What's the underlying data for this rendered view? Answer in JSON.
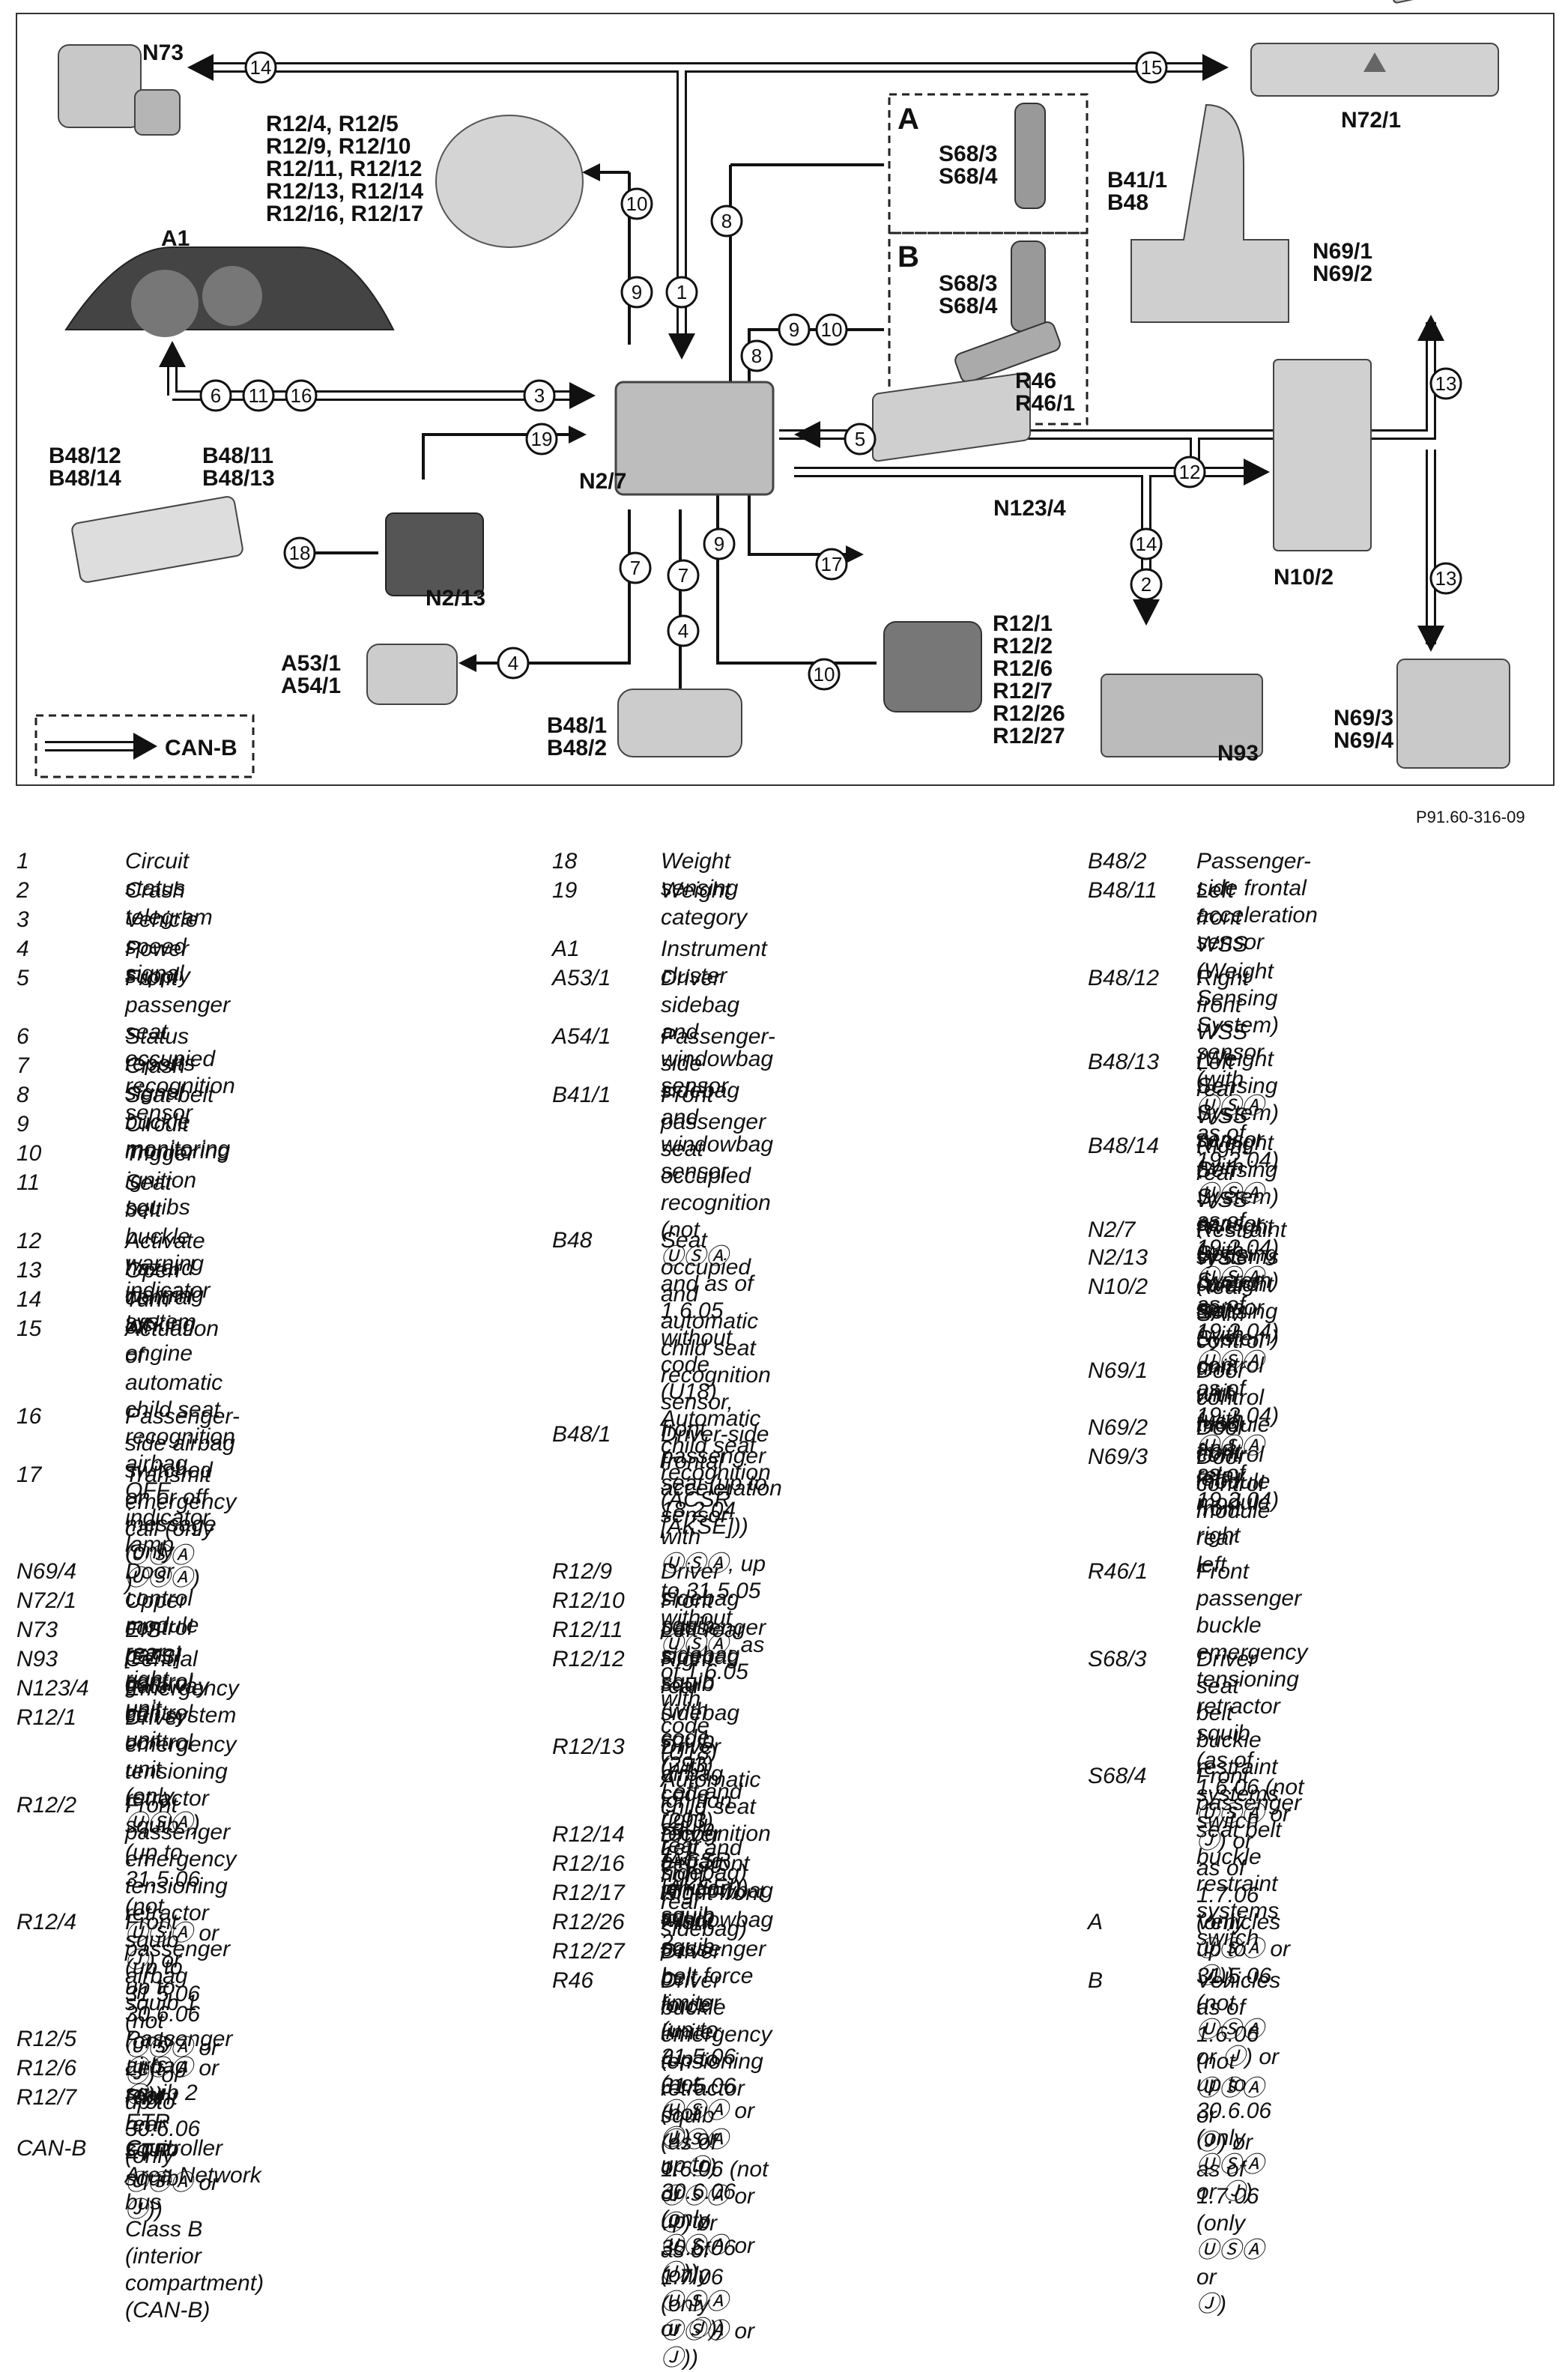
{
  "figure_code": "P91.60-316-09",
  "nodes": {
    "N73": "N73",
    "N72_1": "N72/1",
    "A1": "A1",
    "squib_group": [
      "R12/4, R12/5",
      "R12/9, R12/10",
      "R12/11, R12/12",
      "R12/13, R12/14",
      "R12/16, R12/17"
    ],
    "box_A": "A",
    "box_B": "B",
    "box_A_parts": [
      "S68/3",
      "S68/4"
    ],
    "box_B_parts": [
      "S68/3",
      "S68/4"
    ],
    "R46": [
      "R46",
      "R46/1"
    ],
    "B41_B48": [
      "B41/1",
      "B48"
    ],
    "N69_front": [
      "N69/1",
      "N69/2"
    ],
    "N69_rear": [
      "N69/3",
      "N69/4"
    ],
    "B48_left": [
      "B48/12",
      "B48/14"
    ],
    "B48_right": [
      "B48/11",
      "B48/13"
    ],
    "N2_7": "N2/7",
    "N2_13": "N2/13",
    "N123_4": "N123/4",
    "N10_2": "N10/2",
    "N93": "N93",
    "A53_54": [
      "A53/1",
      "A54/1"
    ],
    "B48_1_2": [
      "B48/1",
      "B48/2"
    ],
    "etr_squibs": [
      "R12/1",
      "R12/2",
      "R12/6",
      "R12/7",
      "R12/26",
      "R12/27"
    ],
    "canb_legend": "CAN-B"
  },
  "signals": {
    "s14": "14",
    "s15": "15",
    "s10": "10",
    "s9": "9",
    "s1": "1",
    "s8": "8",
    "s6": "6",
    "s11": "11",
    "s16": "16",
    "s3": "3",
    "s19": "19",
    "s5": "5",
    "s12": "12",
    "s13": "13",
    "s18": "18",
    "s17": "17",
    "s2": "2",
    "s7": "7",
    "s4": "4"
  },
  "legend": [
    {
      "code": "1",
      "text": "Circuit status"
    },
    {
      "code": "2",
      "text": "Crash telegram"
    },
    {
      "code": "3",
      "text": "Vehicle speed signal"
    },
    {
      "code": "4",
      "text": "Power supply"
    },
    {
      "code": "5",
      "text": "Front passenger seat occupied\nrecognition sensor"
    },
    {
      "code": "6",
      "text": "Status reports"
    },
    {
      "code": "7",
      "text": "Crash signal"
    },
    {
      "code": "8",
      "text": "Seat belt buckle monitoring"
    },
    {
      "code": "9",
      "text": "Circuit monitoring"
    },
    {
      "code": "10",
      "text": "Trigger ignition squibs"
    },
    {
      "code": "11",
      "text": "Seat belt buckle warning\nindicator"
    },
    {
      "code": "12",
      "text": "Activate hazard warning system"
    },
    {
      "code": "13",
      "text": "Open central locking"
    },
    {
      "code": "14",
      "text": "Turn off engine"
    },
    {
      "code": "15",
      "text": "Actuation of automatic child seat\nrecognition airbag OFF indicator\nlamp"
    },
    {
      "code": "16",
      "text": "Passenger-side airbag switched\non or off message (only ⓊⓈⒶ)"
    },
    {
      "code": "17",
      "text": "Transmit emergency call (only ⓊⓈⒶ\n)"
    },
    {
      "code": "18",
      "text": "Weight sensing"
    },
    {
      "code": "19",
      "text": "Weight category"
    },
    {
      "code": "A1",
      "text": "Instrument cluster"
    },
    {
      "code": "A53/1",
      "text": "Driver sidebag and windowbag\nsensor"
    },
    {
      "code": "A54/1",
      "text": "Passenger-side sidebag and\nwindowbag sensor"
    },
    {
      "code": "B41/1",
      "text": "Front passenger seat occupied\nrecognition (not ⓊⓈⒶ and as of\n1.6.05 without code (U18)\nAutomatic child seat recognition\n(ACSR [AKSE]))"
    },
    {
      "code": "B48",
      "text": "Seat occupied and automatic\nchild seat recognition sensor,\nfront passenger seat (up to\n18.2.04 with ⓊⓈⒶ, up to 31.5.05\nwithout ⓊⓈⒶ, as of 1.6.05 with\ncode (U18) Automatic child seat\nrecognition (ACSR [AKSE]))"
    },
    {
      "code": "B48/1",
      "text": "Driver-side frontal acceleration\nsensor"
    },
    {
      "code": "B48/2",
      "text": "Passenger-side frontal\nacceleration sensor"
    },
    {
      "code": "B48/11",
      "text": "Left front WSS (Weight Sensing\nSystem) sensor\n(with ⓊⓈⒶ as of 19.2.04)"
    },
    {
      "code": "B48/12",
      "text": "Right front WSS (Weight Sensing\nSystem) sensor\n(with ⓊⓈⒶ as of 19.2.04)"
    },
    {
      "code": "B48/13",
      "text": "Left rear WSS (Weight Sensing\nSystem) sensor\n(with ⓊⓈⒶ as of 19.2.04)"
    },
    {
      "code": "B48/14",
      "text": "Right rear WSS (Weight Sensing\nSystem) sensor\n(with ⓊⓈⒶ as of 19.2.04)"
    },
    {
      "code": "N2/7",
      "text": "Restraint systems control unit"
    },
    {
      "code": "N2/13",
      "text": "WSS (Weight Sensing System)\ncontrol unit (with ⓊⓈⒶ as of\n19.2.04)"
    },
    {
      "code": "N10/2",
      "text": "Rear SAM control unit with fuse\nand relay module"
    },
    {
      "code": "N69/1",
      "text": "Door control module front left"
    },
    {
      "code": "N69/2",
      "text": "Door control module front right"
    },
    {
      "code": "N69/3",
      "text": "Door control module rear left"
    },
    {
      "code": "N69/4",
      "text": "Door control module rear right"
    },
    {
      "code": "N72/1",
      "text": "Upper control panel control unit"
    },
    {
      "code": "N73",
      "text": "EIS [EZS] control unit"
    },
    {
      "code": "N93",
      "text": "Central gateway control unit"
    },
    {
      "code": "N123/4",
      "text": "Emergency call system control\nunit\n(only ⓊⓈⒶ)"
    },
    {
      "code": "R12/1",
      "text": "Driver emergency tensioning\nretractor squib\n(up to 31.5.06 (not ⓊⓈⒶ or Ⓙ) or\nup to 30.6.06 (only ⓊⓈⒶ or Ⓙ))"
    },
    {
      "code": "R12/2",
      "text": "Front passenger emergency\ntensioning retractor squib\n(up to 31.5.06 (not ⓊⓈⒶ or Ⓙ) or\nup to 30.6.06 (only ⓊⓈⒶ or Ⓙ))"
    },
    {
      "code": "R12/4",
      "text": "Front passenger airbag squib 1"
    },
    {
      "code": "R12/5",
      "text": "Passenger airbag squib 2"
    },
    {
      "code": "R12/6",
      "text": "Left rear ETR squib"
    },
    {
      "code": "R12/7",
      "text": "Right rear ETR squib"
    },
    {
      "code": "R12/9",
      "text": "Driver sidebag squib"
    },
    {
      "code": "R12/10",
      "text": "Front passenger sidebag squib"
    },
    {
      "code": "R12/11",
      "text": "Left rear sidebag squib (with\ncode (293) Left and right rear\nsidebag)"
    },
    {
      "code": "R12/12",
      "text": "Right rear sidebag squib (with\ncode (293) Left and right rear\nsidebag)"
    },
    {
      "code": "R12/13",
      "text": "Driver airbag ignition squib 1"
    },
    {
      "code": "R12/14",
      "text": "Driver airbag ignition squib 2"
    },
    {
      "code": "R12/16",
      "text": "Left front windowbag squib"
    },
    {
      "code": "R12/17",
      "text": "Right front windowbag squib"
    },
    {
      "code": "R12/26",
      "text": "Front passenger belt force limiter\n(up to 31.5.06 (not ⓊⓈⒶ or Ⓙ) or\nup to 30.6.06 (only ⓊⓈⒶ or Ⓙ))"
    },
    {
      "code": "R12/27",
      "text": "Driver belt force limiter\n(up to 31.5.06 (not ⓊⓈⒶ or Ⓙ) or\nup to 30.6.06 (only ⓊⓈⒶ or Ⓙ))"
    },
    {
      "code": "R46",
      "text": "Driver buckle emergency\ntensioning retractor squib\n(as of 1.6.06 (not ⓊⓈⒶ or Ⓙ) or\nas of 1.7.06 (only ⓊⓈⒶ or Ⓙ))"
    },
    {
      "code": "R46/1",
      "text": "Front passenger buckle\nemergency tensioning retractor\nsquib\n(as of 1.6.06 (not ⓊⓈⒶ or Ⓙ) or\nas of 1.7.06 (only ⓊⓈⒶ or Ⓙ))"
    },
    {
      "code": "S68/3",
      "text": "Driver seat belt buckle restraint\nsystems switch"
    },
    {
      "code": "S68/4",
      "text": "Front passenger seat belt buckle\nrestraint systems switch"
    },
    {
      "code": "A",
      "text": "Vehicles up to 31.5.06 (not ⓊⓈⒶ\nor Ⓙ) or up to 30.6.06 (only ⓊⓈⒶ\nor Ⓙ)"
    },
    {
      "code": "B",
      "text": "Vehicles as of 1.6.06 (not ⓊⓈⒶ or\nⒿ) or as of 1.7.06 (only ⓊⓈⒶ or\nⒿ)"
    },
    {
      "code": "CAN-B",
      "text": "Controller Area Network bus\nClass B (interior compartment)\n(CAN-B)"
    }
  ]
}
